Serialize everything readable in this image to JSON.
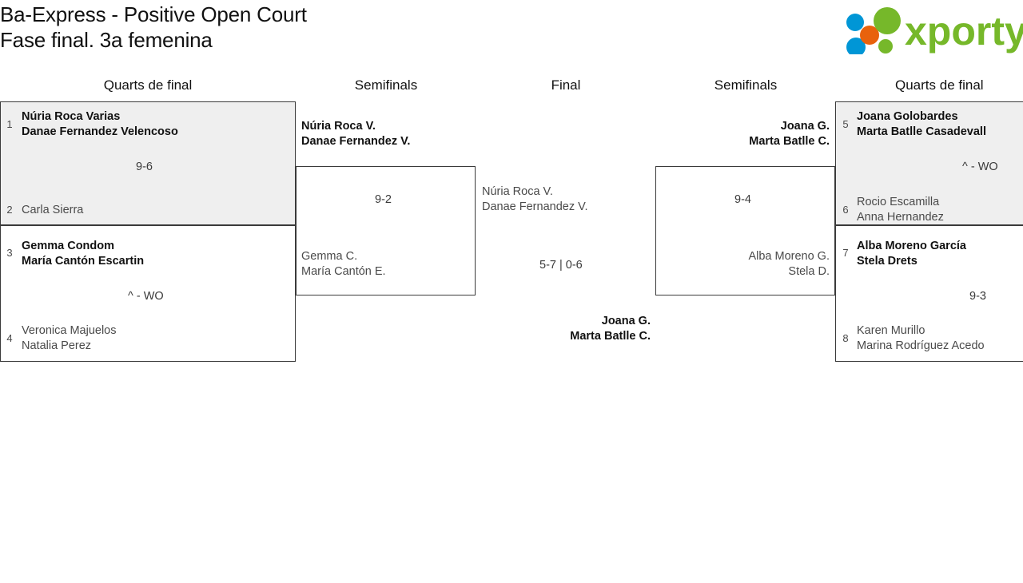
{
  "header": {
    "title_line1": "Ba-Express - Positive Open Court",
    "title_line2": "Fase final. 3a femenina",
    "logo_text": "xporty",
    "logo_colors": {
      "green": "#76b82a",
      "blue": "#0096d6",
      "orange": "#e8620c"
    }
  },
  "rounds": [
    {
      "label": "Quarts de final"
    },
    {
      "label": "Semifinals"
    },
    {
      "label": "Final"
    },
    {
      "label": "Semifinals"
    },
    {
      "label": "Quarts de final"
    }
  ],
  "bracket": {
    "quarterfinals_left": [
      {
        "seed_top": "1",
        "top_line1": "Núria Roca Varias",
        "top_line2": "Danae Fernandez Velencoso",
        "score": "9-6",
        "seed_bottom": "2",
        "bottom_line1": "Carla Sierra",
        "bottom_line2": ""
      },
      {
        "seed_top": "3",
        "top_line1": "Gemma Condom",
        "top_line2": "María Cantón Escartin",
        "score": "^ - WO",
        "seed_bottom": "4",
        "bottom_line1": "Veronica Majuelos",
        "bottom_line2": "Natalia Perez"
      }
    ],
    "semifinal_left": {
      "top_line1": "Núria Roca V.",
      "top_line2": "Danae Fernandez V.",
      "score": "9-2",
      "bottom_line1": "Gemma C.",
      "bottom_line2": "María Cantón E."
    },
    "final": {
      "left_line1": "Núria Roca V.",
      "left_line2": "Danae Fernandez V.",
      "score": "5-7 | 0-6",
      "right_line1": "Joana G.",
      "right_line2": "Marta Batlle C."
    },
    "semifinal_right": {
      "top_line1": "Joana G.",
      "top_line2": "Marta Batlle C.",
      "score": "9-4",
      "bottom_line1": "Alba Moreno G.",
      "bottom_line2": "Stela D."
    },
    "quarterfinals_right": [
      {
        "seed_top": "5",
        "top_line1": "Joana Golobardes",
        "top_line2": "Marta Batlle Casadevall",
        "score": "^ - WO",
        "seed_bottom": "6",
        "bottom_line1": "Rocio Escamilla",
        "bottom_line2": "Anna Hernandez"
      },
      {
        "seed_top": "7",
        "top_line1": "Alba Moreno García",
        "top_line2": "Stela Drets",
        "score": "9-3",
        "seed_bottom": "8",
        "bottom_line1": "Karen Murillo",
        "bottom_line2": "Marina Rodríguez Acedo"
      }
    ]
  }
}
